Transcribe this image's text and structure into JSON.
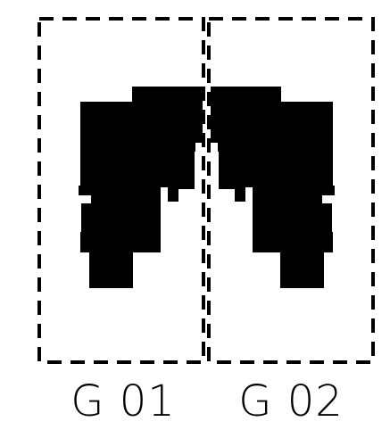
{
  "units": [
    {
      "id": "g01",
      "label": "G 01"
    },
    {
      "id": "g02",
      "label": "G 02"
    }
  ],
  "colors": {
    "background": "#ffffff",
    "ink": "#000000"
  }
}
